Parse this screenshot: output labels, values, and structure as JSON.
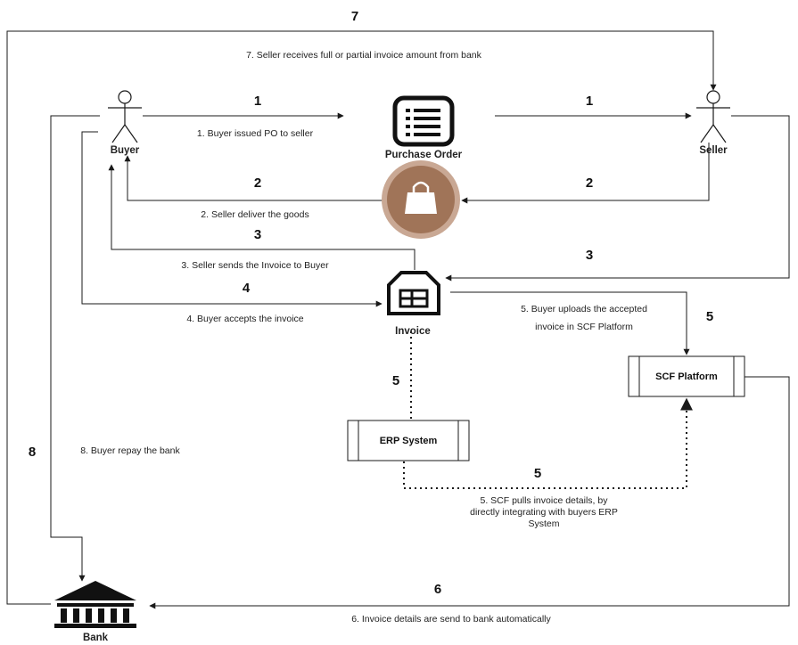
{
  "nodes": {
    "buyer": "Buyer",
    "seller": "Seller",
    "purchase_order": "Purchase Order",
    "invoice": "Invoice",
    "scf_platform": "SCF Platform",
    "erp_system": "ERP System",
    "bank": "Bank"
  },
  "steps": {
    "s1": {
      "number": "1",
      "text": "1. Buyer issued PO to seller"
    },
    "s2": {
      "number": "2",
      "text": "2. Seller deliver  the goods"
    },
    "s3": {
      "number": "3",
      "text": "3. Seller sends the Invoice to Buyer"
    },
    "s4": {
      "number": "4",
      "text": "4. Buyer accepts the invoice"
    },
    "s5": {
      "number": "5",
      "text_upload_line1": "5.  Buyer uploads the accepted",
      "text_upload_line2": "invoice in SCF Platform",
      "text_pull_line1": "5. SCF pulls invoice details, by",
      "text_pull_line2": "directly integrating with buyers ERP",
      "text_pull_line3": "System"
    },
    "s6": {
      "number": "6",
      "text": "6. Invoice details are send to bank automatically"
    },
    "s7": {
      "number": "7",
      "text": "7. Seller receives full or partial invoice amount from bank"
    },
    "s8": {
      "number": "8",
      "text": "8. Buyer repay the bank"
    }
  },
  "colors": {
    "line": "#1a1a1a",
    "bag_circle": "#a07458",
    "bag_ring": "#c9a894",
    "icon": "#111111"
  },
  "icons": [
    "actor-icon",
    "purchase-order-icon",
    "shopping-bag-icon",
    "invoice-icon",
    "bank-icon"
  ]
}
